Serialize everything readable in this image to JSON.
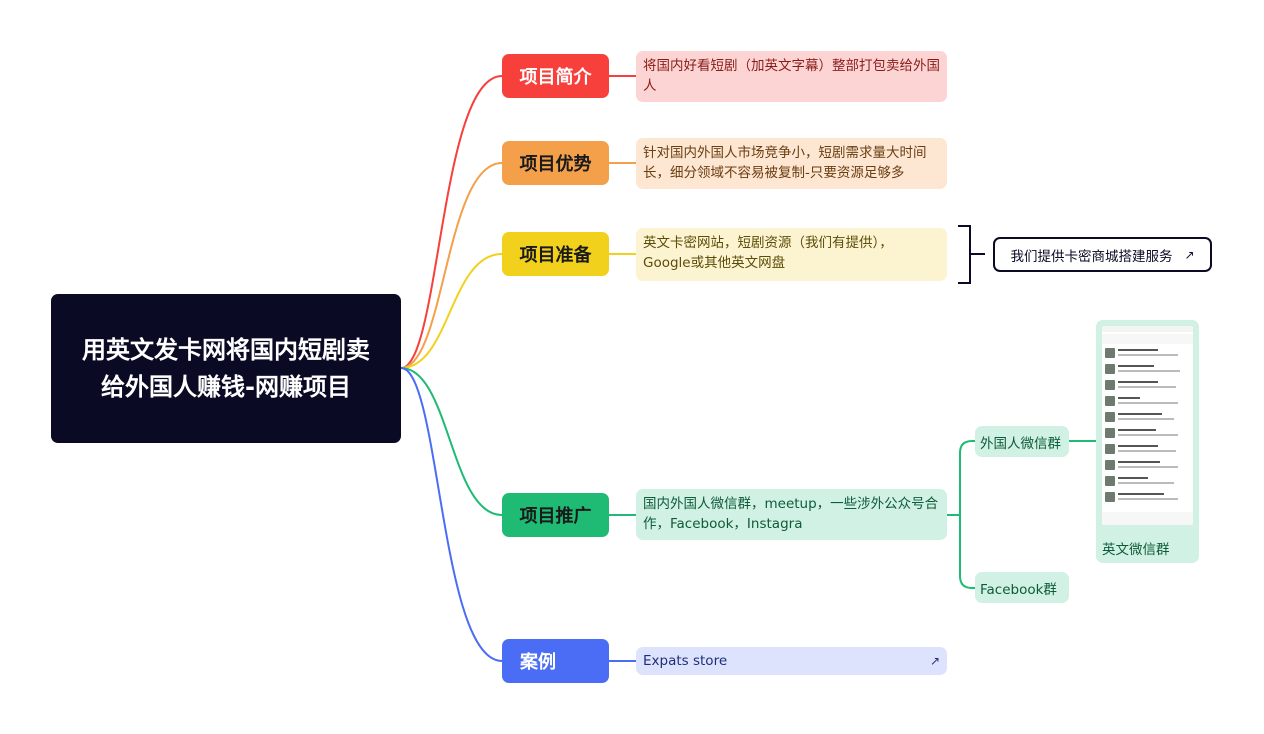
{
  "root": {
    "title": "用英文发卡网将国内短剧卖给外国人赚钱-网赚项目"
  },
  "colors": {
    "root": "#0b0a24",
    "intro": "#f7403b",
    "advantage": "#f4a04b",
    "prep": "#f2d11c",
    "promo": "#1fba73",
    "case": "#4b6df5"
  },
  "branches": [
    {
      "label": "项目简介",
      "detail": "将国内好看短剧（加英文字幕）整部打包卖给外国人"
    },
    {
      "label": "项目优势",
      "detail": "针对国内外国人市场竞争小，短剧需求量大时间长，细分领域不容易被复制-只要资源足够多"
    },
    {
      "label": "项目准备",
      "detail": "英文卡密网站，短剧资源（我们有提供），Google或其他英文网盘"
    },
    {
      "label": "项目推广",
      "detail": "国内外国人微信群，meetup，一些涉外公众号合作，Facebook，Instagra"
    },
    {
      "label": "案例",
      "detail": "Expats store"
    }
  ],
  "callout": {
    "label": "我们提供卡密商城搭建服务"
  },
  "promo_children": [
    {
      "label": "外国人微信群",
      "image_caption": "英文微信群"
    },
    {
      "label": "Facebook群"
    }
  ],
  "icons": {
    "external_link": "external-link-icon"
  }
}
